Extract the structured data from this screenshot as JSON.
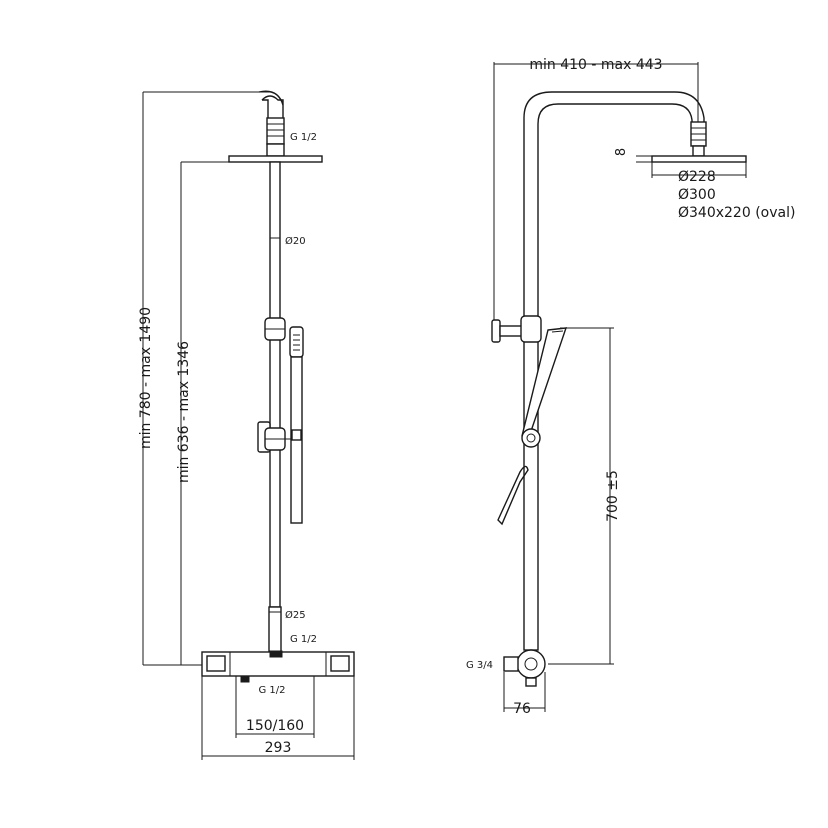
{
  "front_view": {
    "height_total": "min 780 - max 1490",
    "height_head": "min 636 - max 1346",
    "thread_top": "G 1/2",
    "pipe_upper_diameter": "Ø20",
    "pipe_lower_diameter": "Ø25",
    "thread_mixer_top": "G 1/2",
    "thread_mixer_bottom": "G 1/2",
    "inlet_spacing": "150/160",
    "mixer_width": "293"
  },
  "side_view": {
    "arm_reach": "min 410 - max 443",
    "head_thickness": "8",
    "head_diameters": [
      "Ø228",
      "Ø300",
      "Ø340x220 (oval)"
    ],
    "holder_height": "700 ±5",
    "thread_inlet": "G 3/4",
    "wall_offset": "76"
  }
}
